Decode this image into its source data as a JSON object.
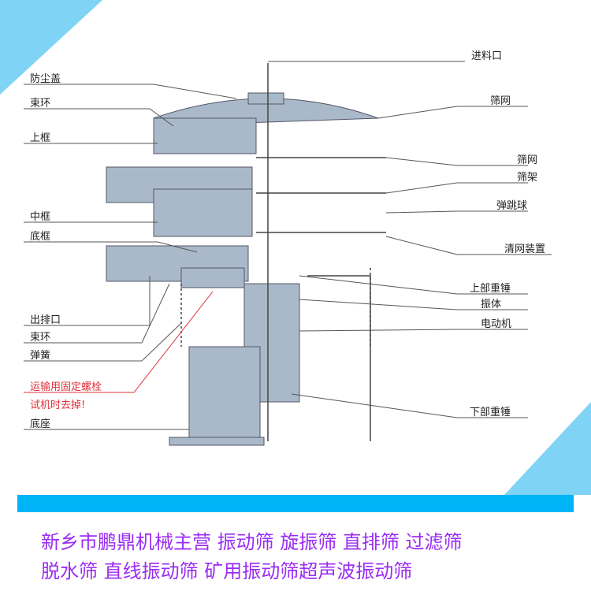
{
  "left_labels": [
    "防尘盖",
    "束环",
    "上框",
    "中框",
    "底框",
    "出排口",
    "束环",
    "弹簧",
    "底座"
  ],
  "warning": {
    "line1": "运输用固定螺栓",
    "line2": "试机时去掉!"
  },
  "right_labels": [
    "进料口",
    "筛网",
    "筛网",
    "筛架",
    "弹跳球",
    "清网装置",
    "上部重锤",
    "振体",
    "电动机",
    "下部重锤"
  ],
  "footer": {
    "line1": "新乡市鹏鼎机械主营 振动筛 旋振筛 直排筛 过滤筛",
    "line2": "脱水筛 直线振动筛 矿用振动筛超声波振动筛"
  },
  "colors": {
    "accent": "#00b4f8",
    "footer_text": "#9b2cf5",
    "warning": "#e0303a",
    "machine": "#a9b9c9"
  }
}
